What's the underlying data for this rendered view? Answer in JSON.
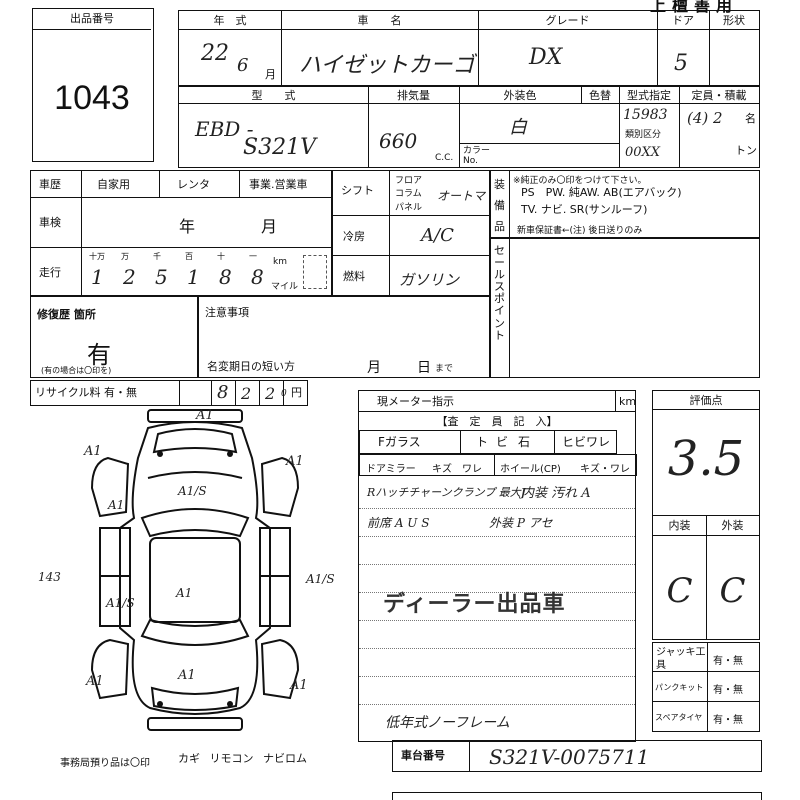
{
  "header": {
    "lot_label": "出品番号",
    "lot_number": "1043",
    "top_title": "上檀善用",
    "year_label": "年　式",
    "year_value": "22",
    "month_value": "6",
    "month_unit": "月",
    "car_name_label": "車　　名",
    "car_name_value": "ハイゼットカーゴ",
    "grade_label": "グレード",
    "grade_value": "DX",
    "doors_label": "ドア",
    "doors_value": "5",
    "body_label": "形状"
  },
  "model": {
    "model_label": "型　　式",
    "model_value_1": "EBD -",
    "model_value_2": "S321V",
    "cc_label": "排気量",
    "cc_value": "660",
    "cc_unit": "C.C.",
    "color_label": "外装色",
    "color_change_label": "色替",
    "color_value": "白",
    "color_no_label": "カラー No.",
    "type_label": "型式指定",
    "type_value": "15983",
    "class_label": "類別区分",
    "class_value": "00XX",
    "capacity_label": "定員・積載",
    "capacity_value": "(4) 2",
    "capacity_unit_1": "名",
    "capacity_unit_2": "トン"
  },
  "history": {
    "label": "車歴",
    "options": [
      "自家用",
      "レンタ",
      "事業.営業車"
    ],
    "inspection_label": "車検",
    "inspection_year": "年",
    "inspection_month": "月",
    "mileage_label": "走行",
    "mileage_units": [
      "十万",
      "万",
      "千",
      "百",
      "十",
      "一"
    ],
    "mileage_digits": [
      "1",
      "2",
      "5",
      "1",
      "8",
      "8"
    ],
    "km_label": "km",
    "mile_label": "マイル"
  },
  "shift": {
    "label": "シフト",
    "options": [
      "フロア",
      "コラム",
      "パネル"
    ],
    "value": "オートマ",
    "ac_label": "冷房",
    "ac_value": "A/C",
    "fuel_label": "燃料",
    "fuel_value": "ガソリン"
  },
  "equipment": {
    "label": "装備品",
    "note": "※純正のみ〇印をつけて下さい。",
    "line1": "PS　PW. 純AW. AB(エアバック)",
    "line2": "TV. ナビ. SR(サンルーフ)",
    "line3": "新車保証書←(注) 後日送りのみ",
    "sale_label": "セールスポイント"
  },
  "repair": {
    "label": "修復歴 箇所",
    "value": "有",
    "note": "(有の場合は〇印を)",
    "caution_label": "注意事項",
    "short_label": "名変期日の短い方",
    "month": "月",
    "day": "日",
    "until": "まで"
  },
  "recycle": {
    "label": "リサイクル料 有・無",
    "digits": [
      "8",
      "2",
      "2",
      "0"
    ],
    "unit": "円"
  },
  "meter": {
    "label": "現メーター指示",
    "unit": "km"
  },
  "inspector": {
    "label": "【査　定　員　記　入】",
    "glass": "Fガラス",
    "glass_opts": [
      "ト",
      "ビ",
      "石",
      "ヒビワレ"
    ],
    "mirror": "ドアミラー",
    "mirror_opts": "キズ　ワレ",
    "wheel": "ホイール(CP)",
    "wheel_opts": "キズ・ワレ",
    "note1": "Rハッチチャーンクランプ 最大J",
    "note1b": "内装 汚れ A",
    "note2": "前席 A U S",
    "note2b": "外装 P アセ",
    "stamp": "ディーラー出品車",
    "frame_note": "低年式ノーフレーム"
  },
  "score": {
    "label": "評価点",
    "value": "3.5",
    "interior_label": "内装",
    "exterior_label": "外装",
    "interior_value": "C",
    "exterior_value": "C"
  },
  "tools": {
    "jack_label": "ジャッキ工具",
    "puncture_label": "パンクキット",
    "spare_label": "スペアタイヤ",
    "choice": "有・無"
  },
  "chassis": {
    "label": "車台番号",
    "value": "S321V-0075711"
  },
  "diagram": {
    "marks": [
      "A1",
      "A1",
      "A1",
      "A1/S",
      "A1",
      "A1",
      "A1/S",
      "143",
      "A1/S",
      "A1",
      "A1",
      "A1"
    ],
    "held_label": "事務局預り品は〇印",
    "held_items": "カギ リモコン ナビロム"
  }
}
